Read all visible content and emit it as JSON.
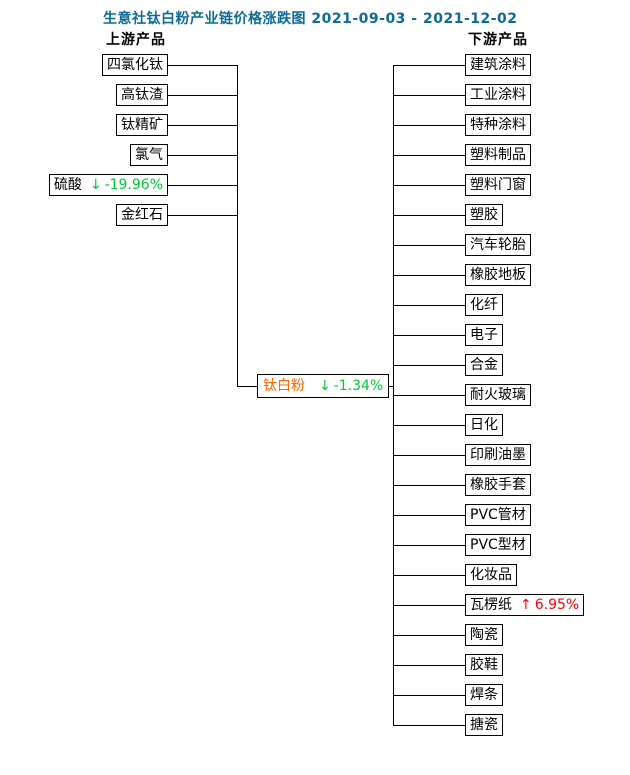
{
  "page": {
    "title": "生意社钛白粉产业链价格涨跌图",
    "date_range": "2021-09-03 - 2021-12-02",
    "upstream_label": "上游产品",
    "downstream_label": "下游产品"
  },
  "colors": {
    "title": "#0e6b94",
    "up": "#ff0000",
    "down": "#00cc33",
    "center_label": "#ff6600",
    "line": "#000000"
  },
  "arrows": {
    "up": "↑",
    "down": "↓"
  },
  "center": {
    "label": "钛白粉",
    "change": "-1.34%",
    "direction": "down"
  },
  "upstream": [
    {
      "label": "四氯化钛"
    },
    {
      "label": "高钛渣"
    },
    {
      "label": "钛精矿"
    },
    {
      "label": "氯气"
    },
    {
      "label": "硫酸",
      "change": "-19.96%",
      "direction": "down"
    },
    {
      "label": "金红石"
    }
  ],
  "downstream": [
    {
      "label": "建筑涂料"
    },
    {
      "label": "工业涂料"
    },
    {
      "label": "特种涂料"
    },
    {
      "label": "塑料制品"
    },
    {
      "label": "塑料门窗"
    },
    {
      "label": "塑胶"
    },
    {
      "label": "汽车轮胎"
    },
    {
      "label": "橡胶地板"
    },
    {
      "label": "化纤"
    },
    {
      "label": "电子"
    },
    {
      "label": "合金"
    },
    {
      "label": "耐火玻璃"
    },
    {
      "label": "日化"
    },
    {
      "label": "印刷油墨"
    },
    {
      "label": "橡胶手套"
    },
    {
      "label": "PVC管材"
    },
    {
      "label": "PVC型材"
    },
    {
      "label": "化妆品"
    },
    {
      "label": "瓦楞纸",
      "change": "6.95%",
      "direction": "up"
    },
    {
      "label": "陶瓷"
    },
    {
      "label": "胶鞋"
    },
    {
      "label": "焊条"
    },
    {
      "label": "搪瓷"
    }
  ]
}
